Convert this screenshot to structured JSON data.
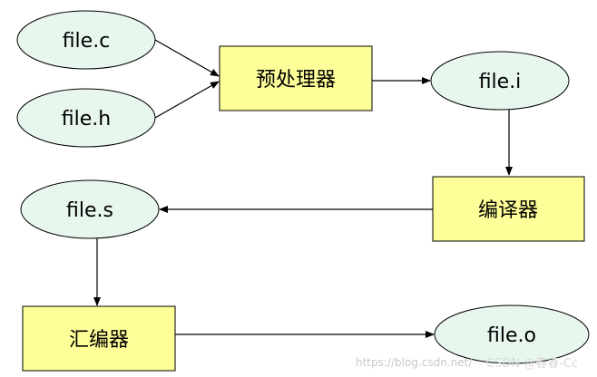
{
  "nodes": {
    "file_c": "file.c",
    "file_h": "file.h",
    "preprocessor": "预处理器",
    "file_i": "file.i",
    "compiler": "编译器",
    "file_s": "file.s",
    "assembler": "汇编器",
    "file_o": "file.o"
  },
  "watermark": {
    "url": "https://blog.csdn.net/",
    "credit": "CSDN @春春-Cc"
  },
  "colors": {
    "ellipse_fill": "#e8f7ee",
    "box_fill": "#ffff99",
    "stroke": "#000000"
  }
}
